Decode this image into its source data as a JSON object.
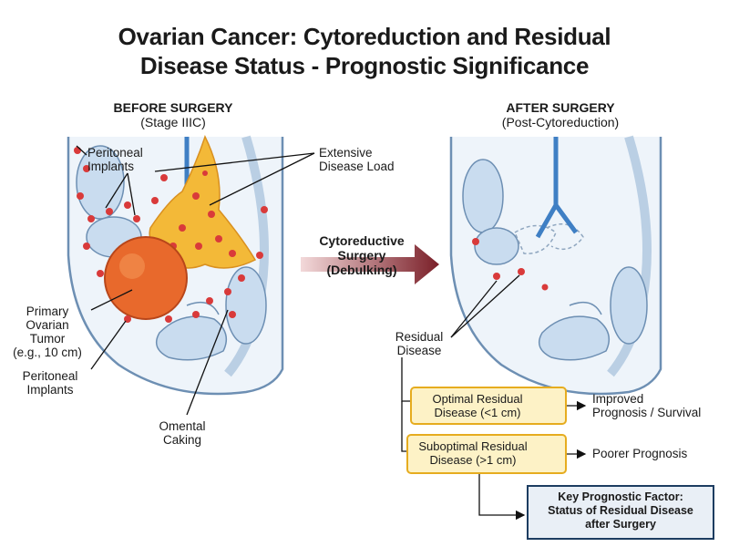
{
  "title": {
    "line1": "Ovarian Cancer: Cytoreduction and Residual",
    "line2": "Disease Status - Prognostic Significance"
  },
  "before": {
    "heading": "BEFORE SURGERY",
    "sub": "(Stage IIIC)"
  },
  "after": {
    "heading": "AFTER SURGERY",
    "sub": "(Post-Cytoreduction)"
  },
  "labels": {
    "peritoneal_top": [
      "Peritoneal",
      "Implants"
    ],
    "extensive": [
      "Extensive",
      "Disease Load"
    ],
    "primary": [
      "Primary",
      "Ovarian",
      "Tumor",
      "(e.g., 10 cm)"
    ],
    "peritoneal_bottom": [
      "Peritoneal",
      "Implants"
    ],
    "omental": [
      "Omental",
      "Caking"
    ],
    "residual": [
      "Residual",
      "Disease"
    ]
  },
  "arrow": [
    "Cytoreductive",
    "Surgery",
    "(Debulking)"
  ],
  "optimal": {
    "label": [
      "Optimal Residual",
      "Disease (<1 cm)"
    ],
    "outcome": [
      "Improved",
      "Prognosis / Survival"
    ]
  },
  "suboptimal": {
    "label": [
      "Suboptimal Residual",
      "Disease (>1 cm)"
    ],
    "outcome": [
      "Poorer Prognosis"
    ]
  },
  "key_factor": [
    "Key Prognostic Factor:",
    "Status of Residual Disease",
    "after Surgery"
  ],
  "colors": {
    "tumor": "#e8692c",
    "implant": "#d93a3a",
    "omentum": "#f3b938",
    "organ": "#c9dcef",
    "outline": "#6d8fb3",
    "vessel": "#3f7fc4",
    "box_border": "#e6ac1f",
    "box_fill": "#fdf2c6",
    "arrow": "#7a1f28"
  }
}
